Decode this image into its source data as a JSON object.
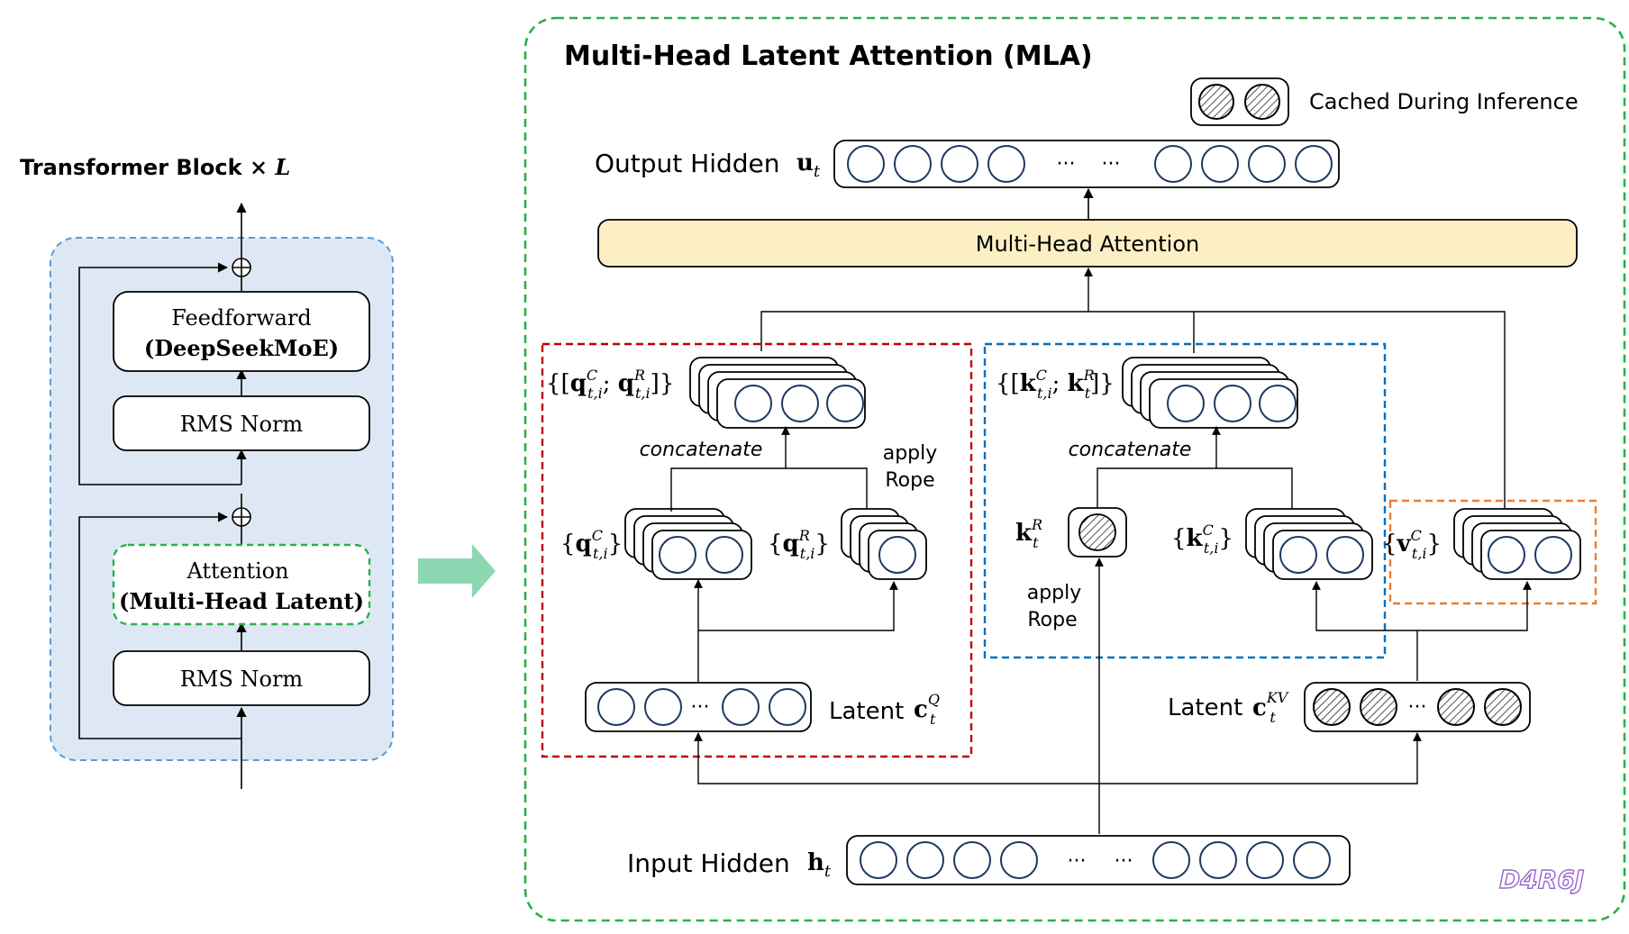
{
  "left_block": {
    "title": "Transformer Block",
    "title_suffix": "× L",
    "feedforward_line1": "Feedforward",
    "feedforward_line2": "(DeepSeekMoE)",
    "rms_norm_top": "RMS Norm",
    "attention_line1": "Attention",
    "attention_line2": "(Multi-Head Latent)",
    "rms_norm_bottom": "RMS Norm",
    "residual_symbol": "⊕"
  },
  "mla": {
    "title": "Multi-Head Latent Attention (MLA)",
    "legend_label": "Cached During Inference",
    "output_label": "Output Hidden",
    "output_symbol": "u",
    "output_sub": "t",
    "mha_label": "Multi-Head Attention",
    "input_label": "Input Hidden",
    "input_symbol": "h",
    "input_sub": "t",
    "ellipsis": "···",
    "latent_q_label": "Latent",
    "latent_q_symbol": "c",
    "latent_q_sup": "Q",
    "latent_q_sub": "t",
    "latent_kv_label": "Latent",
    "latent_kv_symbol": "c",
    "latent_kv_sup": "KV",
    "latent_kv_sub": "t",
    "q_concat_text": "{[q^C_{t,i}; q^R_{t,i}]}",
    "k_concat_text": "{[k^C_{t,i}; k^R_t]}",
    "qc_text": "{q^C_{t,i}}",
    "qr_text": "{q^R_{t,i}}",
    "kr_text": "k^R_t",
    "kc_text": "{k^C_{t,i}}",
    "vc_text": "{v^C_{t,i}}",
    "concatenate_label": "concatenate",
    "apply_label": "apply",
    "rope_label": "Rope",
    "signature": "D4R6J"
  },
  "colors": {
    "left_bg": "#dde8f4",
    "left_border": "#5b9bd5",
    "green": "#2bb04a",
    "red": "#c00000",
    "blue": "#0070c0",
    "orange": "#ed7d31",
    "mha_fill": "#fdefc4",
    "arrow_big": "#8dd8b3",
    "circle_stroke": "#1f3864",
    "signature": "#9966cc"
  }
}
